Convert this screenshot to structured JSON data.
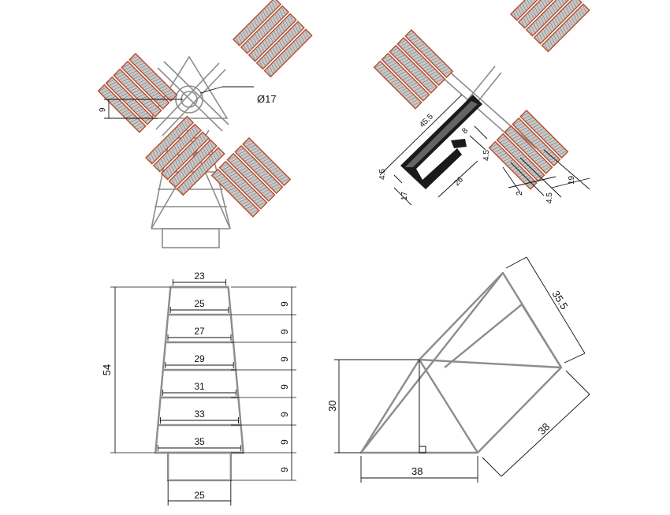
{
  "colors": {
    "stroke": "#8c8c8c",
    "dimension": "#111111",
    "blade_outline": "#b84a2a",
    "blade_fill": "#c8c8c8",
    "wall_black": "#1a1a1a"
  },
  "top_left_view": {
    "hub_diameter_label": "Ø17",
    "offset_label": "9"
  },
  "top_right_view": {
    "labels": {
      "diagonal_length": "45.5",
      "notch_top": "8",
      "notch_right": "4.5",
      "left_thickness": "4.5",
      "left_height": "17",
      "base_width": "26",
      "blade_gap": "2",
      "blade_step": "4.5",
      "blade_width": "19"
    }
  },
  "tower_view": {
    "widths": [
      "23",
      "25",
      "27",
      "29",
      "31",
      "33",
      "35"
    ],
    "ring_heights": [
      "9",
      "9",
      "9",
      "9",
      "9",
      "9"
    ],
    "total_height": "54",
    "base_height": "9",
    "base_width": "25"
  },
  "roof_view": {
    "height_label": "30",
    "base_label": "38",
    "depth_label": "38",
    "slant_label": "35.5"
  }
}
